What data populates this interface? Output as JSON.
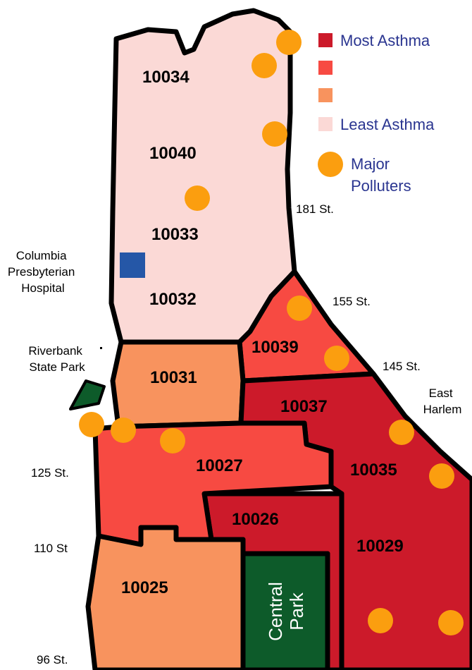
{
  "colors": {
    "most": "#cc1a2a",
    "high": "#f74a42",
    "medium": "#f8935e",
    "least": "#fbd9d6",
    "polluter": "#fb9e0f",
    "park": "#0d5b2a",
    "hospital": "#2557a7",
    "legend_text": "#2a3590"
  },
  "legend": {
    "most": "Most Asthma",
    "least": "Least Asthma",
    "polluters_line1": "Major",
    "polluters_line2": "Polluters"
  },
  "zips": {
    "z10034": "10034",
    "z10040": "10040",
    "z10033": "10033",
    "z10032": "10032",
    "z10039": "10039",
    "z10031": "10031",
    "z10037": "10037",
    "z10027": "10027",
    "z10035": "10035",
    "z10026": "10026",
    "z10029": "10029",
    "z10025": "10025"
  },
  "streets": {
    "s181": "181 St.",
    "s155": "155 St.",
    "s145": "145 St.",
    "s125": "125 St.",
    "s110": "110 St",
    "s96": "96 St."
  },
  "places": {
    "columbia_1": "Columbia",
    "columbia_2": "Presbyterian",
    "columbia_3": "Hospital",
    "riverbank_1": "Riverbank",
    "riverbank_2": "State Park",
    "east_harlem_1": "East",
    "east_harlem_2": "Harlem",
    "central_park_1": "Central",
    "central_park_2": "Park"
  }
}
